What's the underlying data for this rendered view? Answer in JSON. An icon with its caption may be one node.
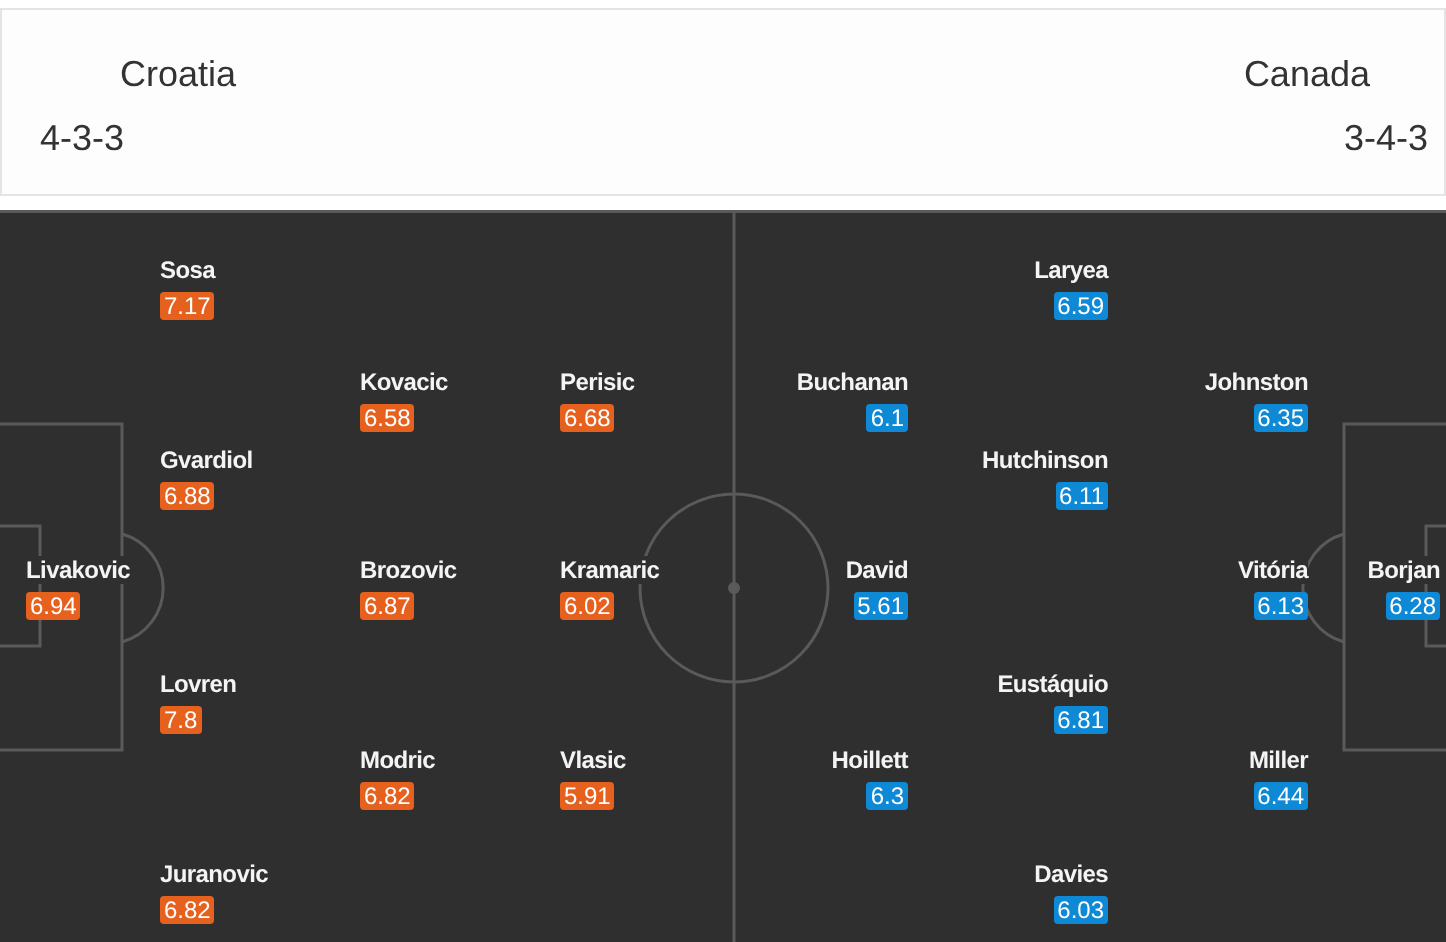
{
  "diagram": {
    "nodes": [
      {
        "text": [
          "Croatia",
          "4-3-3",
          "Canada",
          "3-4-3"
        ]
      },
      {
        "text": [
          "Livakovic",
          "6.94"
        ]
      },
      {
        "text": [
          "Sosa",
          "7.17"
        ]
      },
      {
        "text": [
          "Gvardiol",
          "6.88"
        ]
      },
      {
        "text": [
          "Lovren",
          "7.8"
        ]
      },
      {
        "text": [
          "Juranovic",
          "6.82"
        ]
      },
      {
        "text": [
          "Kovacic",
          "6.58"
        ]
      },
      {
        "text": [
          "Brozovic",
          "6.87"
        ]
      },
      {
        "text": [
          "Modric",
          "6.82"
        ]
      },
      {
        "text": [
          "Perisic",
          "6.68"
        ]
      },
      {
        "text": [
          "Kramaric",
          "6.02"
        ]
      },
      {
        "text": [
          "Vlasic",
          "5.91"
        ]
      },
      {
        "text": [
          "Buchanan",
          "6.1"
        ]
      },
      {
        "text": [
          "David",
          "5.61"
        ]
      },
      {
        "text": [
          "Hoillett",
          "6.3"
        ]
      },
      {
        "text": [
          "Laryea",
          "6.59"
        ]
      },
      {
        "text": [
          "Hutchinson",
          "6.11"
        ]
      },
      {
        "text": [
          "Eustáquio",
          "6.81"
        ]
      },
      {
        "text": [
          "Davies",
          "6.03"
        ]
      },
      {
        "text": [
          "Johnston",
          "6.35"
        ]
      },
      {
        "text": [
          "Vitória",
          "6.13"
        ]
      },
      {
        "text": [
          "Miller",
          "6.44"
        ]
      },
      {
        "text": [
          "Borjan",
          "6.28"
        ]
      }
    ]
  }
}
